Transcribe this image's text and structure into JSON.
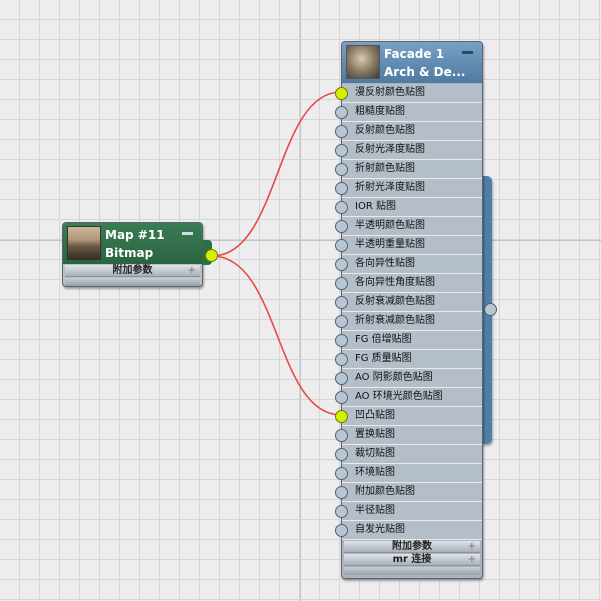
{
  "map_node": {
    "title": "Map #11",
    "subtitle": "Bitmap",
    "section": "附加参数",
    "color": "#2e6e47"
  },
  "material_node": {
    "title": "Facade 1",
    "subtitle": "Arch & De...",
    "color": "#5d86ad",
    "slots": [
      {
        "label": "漫反射颜色贴图",
        "connected": true
      },
      {
        "label": "粗糙度贴图",
        "connected": false
      },
      {
        "label": "反射颜色贴图",
        "connected": false
      },
      {
        "label": "反射光泽度贴图",
        "connected": false
      },
      {
        "label": "折射颜色贴图",
        "connected": false
      },
      {
        "label": "折射光泽度贴图",
        "connected": false
      },
      {
        "label": "IOR 贴图",
        "connected": false
      },
      {
        "label": "半透明颜色贴图",
        "connected": false
      },
      {
        "label": "半透明重量贴图",
        "connected": false
      },
      {
        "label": "各向异性贴图",
        "connected": false
      },
      {
        "label": "各向异性角度贴图",
        "connected": false
      },
      {
        "label": "反射衰减颜色贴图",
        "connected": false
      },
      {
        "label": "折射衰减颜色贴图",
        "connected": false
      },
      {
        "label": "FG 倍增贴图",
        "connected": false
      },
      {
        "label": "FG 质量贴图",
        "connected": false
      },
      {
        "label": "AO 阴影颜色贴图",
        "connected": false
      },
      {
        "label": "AO 环境光颜色贴图",
        "connected": false
      },
      {
        "label": "凹凸贴图",
        "connected": true
      },
      {
        "label": "置换贴图",
        "connected": false
      },
      {
        "label": "裁切贴图",
        "connected": false
      },
      {
        "label": "环境贴图",
        "connected": false
      },
      {
        "label": "附加颜色贴图",
        "connected": false
      },
      {
        "label": "半径贴图",
        "connected": false
      },
      {
        "label": "自发光贴图",
        "connected": false
      }
    ],
    "sections": [
      "附加参数",
      "mr 连接"
    ]
  },
  "wire_color": "#e84848"
}
